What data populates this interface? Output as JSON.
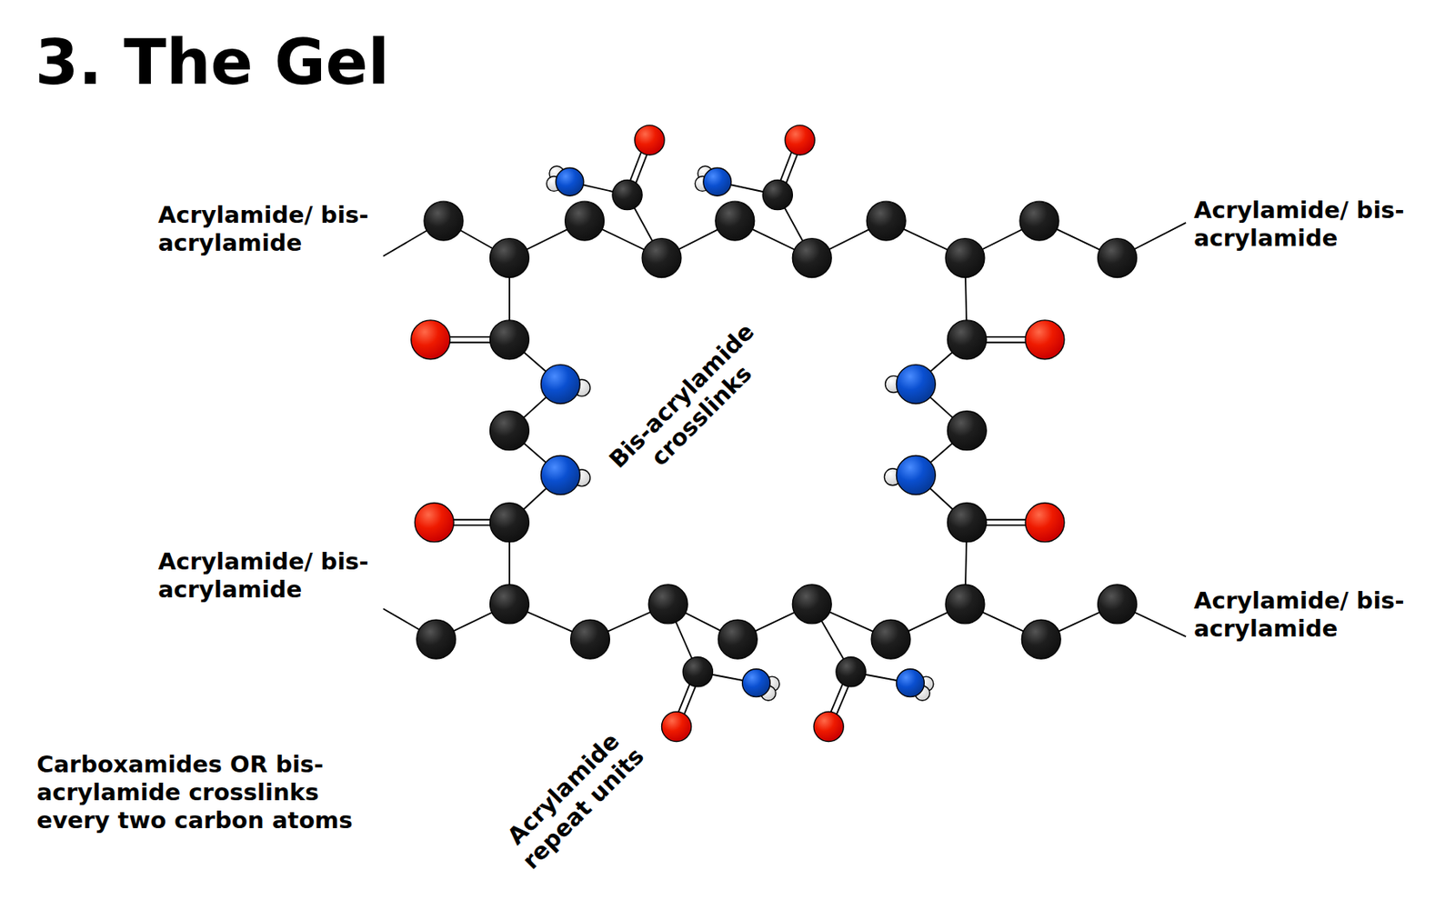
{
  "diagram": {
    "title": "3. The Gel",
    "labels": [
      "Acrylamide/ bis-acrylamide",
      "Acrylamide/ bis-acrylamide",
      "Acrylamide/ bis-acrylamide",
      "Acrylamide/ bis-acrylamide",
      "Bis-acrylamide crosslinks",
      "Acrylamide repeat units",
      "Carboxamides OR bis-acrylamide crosslinks every two carbon atoms"
    ]
  }
}
